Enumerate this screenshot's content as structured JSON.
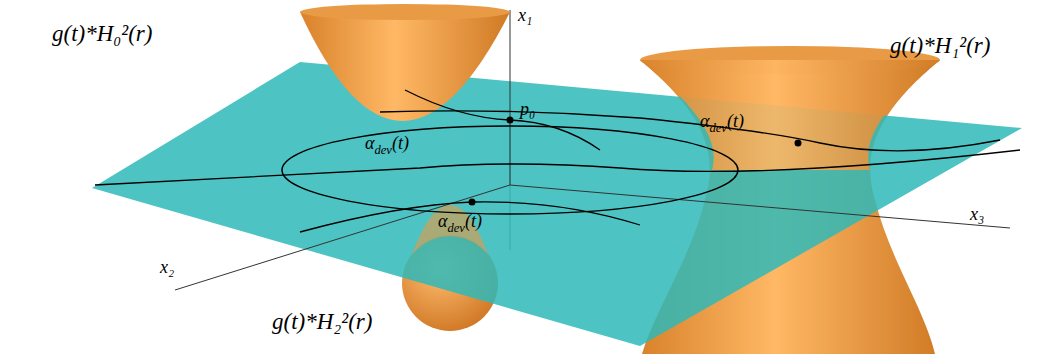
{
  "diagram": {
    "labels": [
      "g(t)*H₀²(r)",
      "x₁",
      "p₀",
      "g(t)*H₁²(r)",
      "αdev(t)",
      "αdev(t)",
      "x₃",
      "αdev(t)",
      "x₂",
      "g(t)*H₂²(r)"
    ]
  }
}
